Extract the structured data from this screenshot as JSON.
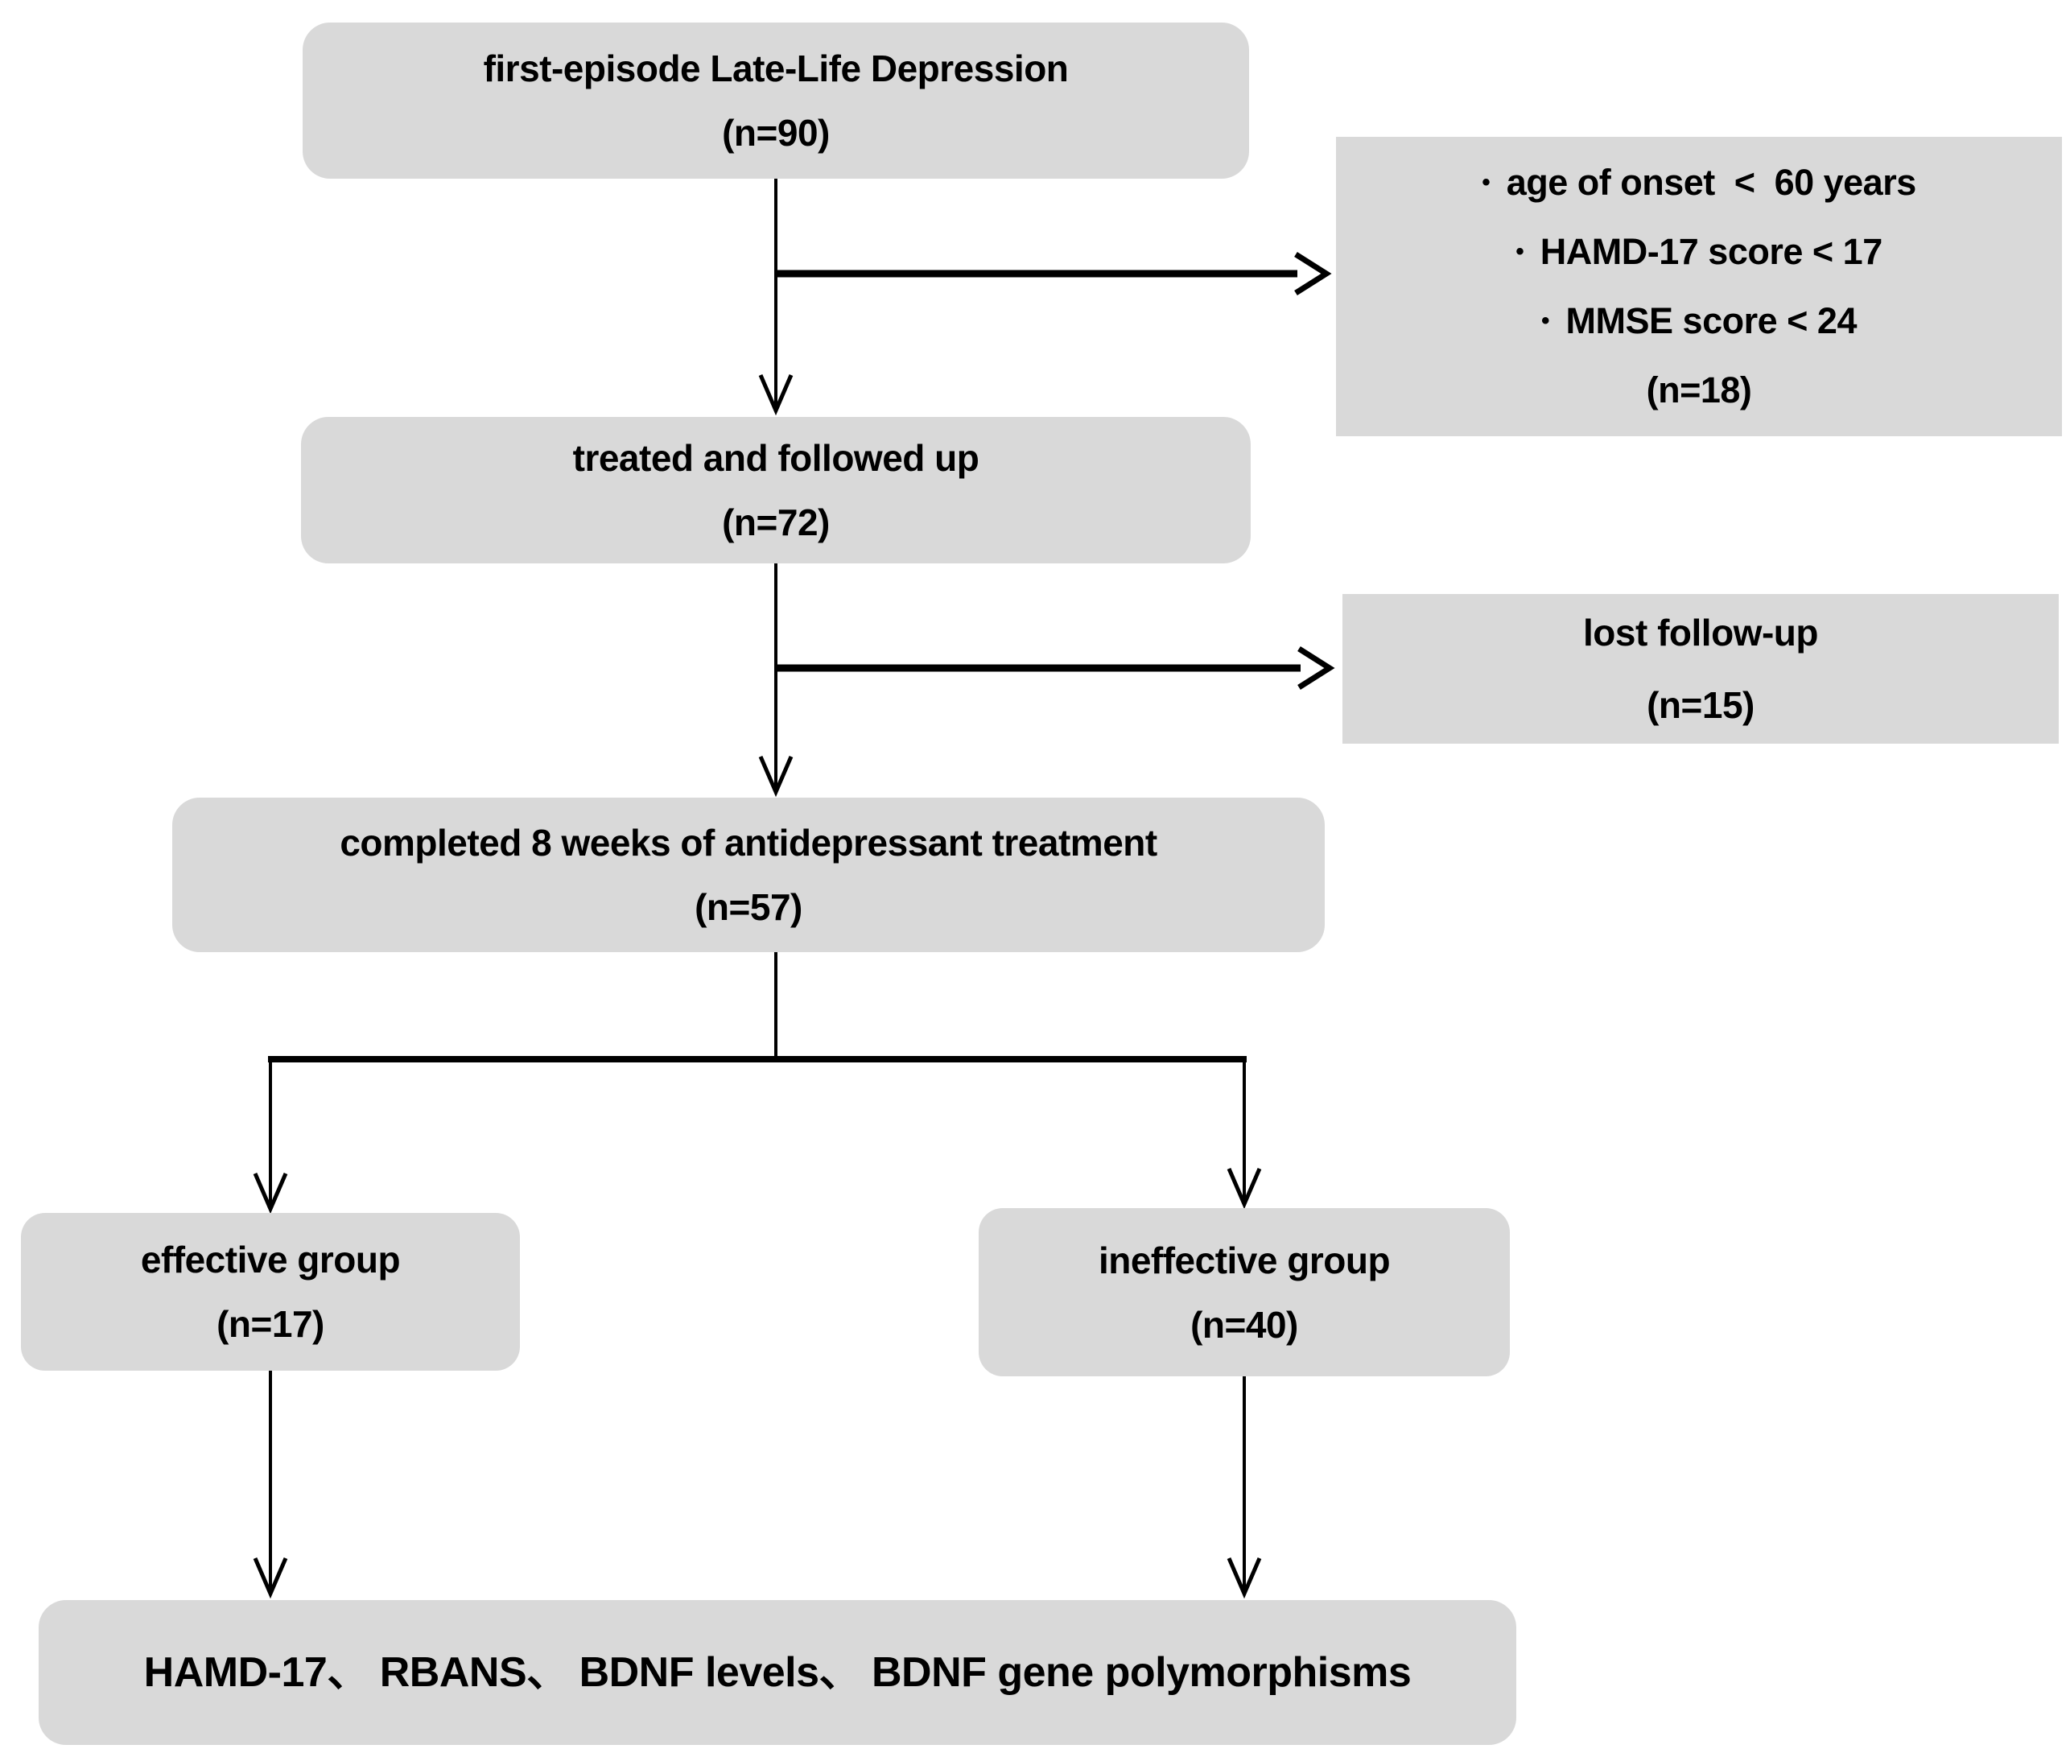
{
  "diagram": {
    "colors": {
      "background": "#ffffff",
      "box_fill": "#d9d9d9",
      "line_color": "#000000"
    },
    "icons": {
      "bullet": "•"
    },
    "boxes": {
      "enrollment": {
        "title": "first-episode Late-Life Depression",
        "n": "(n=90)"
      },
      "excluded": {
        "bullets": [
          "age of onset  <  60 years",
          "HAMD-17 score < 17",
          "MMSE score < 24"
        ],
        "n": "(n=18)"
      },
      "followed": {
        "title": "treated and followed up",
        "n": "(n=72)"
      },
      "lost": {
        "title": "lost follow-up",
        "n": "(n=15)"
      },
      "completed": {
        "title": "completed 8 weeks of antidepressant treatment",
        "n": "(n=57)"
      },
      "effective": {
        "title": "effective group",
        "n": "(n=17)"
      },
      "ineffective": {
        "title": "ineffective group",
        "n": "(n=40)"
      },
      "outcome": {
        "title": "HAMD-17、 RBANS、 BDNF levels、 BDNF gene polymorphisms"
      }
    }
  }
}
